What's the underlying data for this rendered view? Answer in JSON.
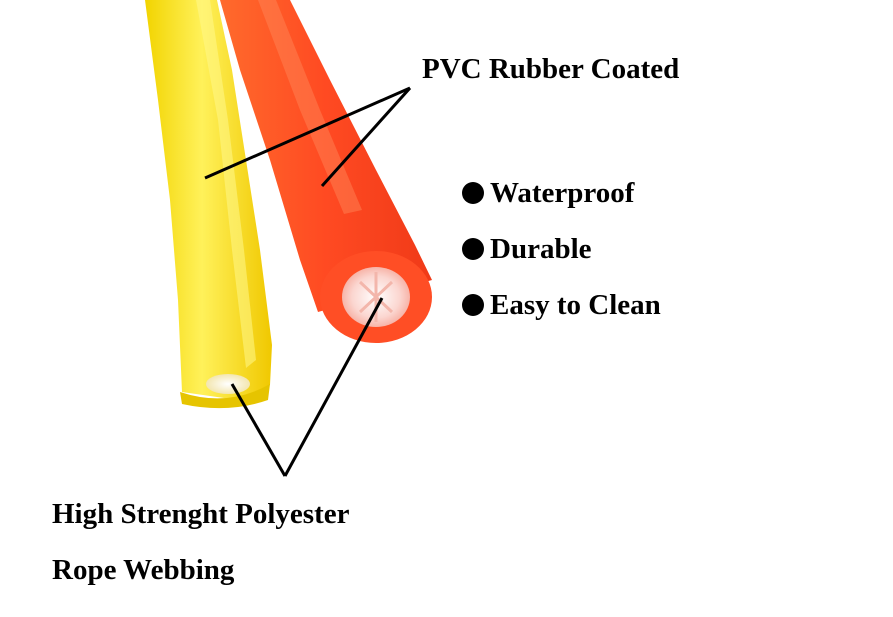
{
  "labels": {
    "coating": "PVC Rubber Coated",
    "core_line1": "High Strenght Polyester",
    "core_line2": "Rope Webbing"
  },
  "features": [
    "Waterproof",
    "Durable",
    "Easy to Clean"
  ],
  "colors": {
    "yellow_rope": "#f7e31c",
    "orange_rope": "#ff5a2a",
    "rope_core": "#fbe3e0",
    "pointer_lines": "#000000",
    "text": "#000000"
  },
  "icons": {
    "bullet": "black-circle-bullet-icon"
  }
}
